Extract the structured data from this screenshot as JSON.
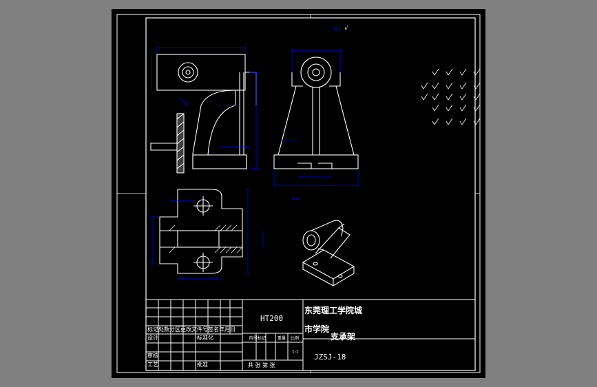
{
  "colors": {
    "background": "#808080",
    "paper": "#000000",
    "lines": "#ffffff",
    "dimensions": "#0000ff",
    "hatch": "#ffffff"
  },
  "title_block": {
    "material": "HT200",
    "school_line1": "东莞理工学院城",
    "school_line2": "市学院",
    "part_name": "支承架",
    "drawing_number": "JZSJ-18",
    "scale_value": "1:1",
    "header_revision_row": "标记处数分区更改文件号签名年月日",
    "label_design": "设计",
    "label_standardize": "标准化",
    "label_stage_mark": "阶段标记",
    "label_weight": "重量",
    "label_scale": "比例",
    "label_review": "审核",
    "label_process": "工艺",
    "label_approve": "批准",
    "label_sheets": "共 张 第 张"
  },
  "annotations": {
    "roughness_note": "其余",
    "section_label": "A-A"
  }
}
